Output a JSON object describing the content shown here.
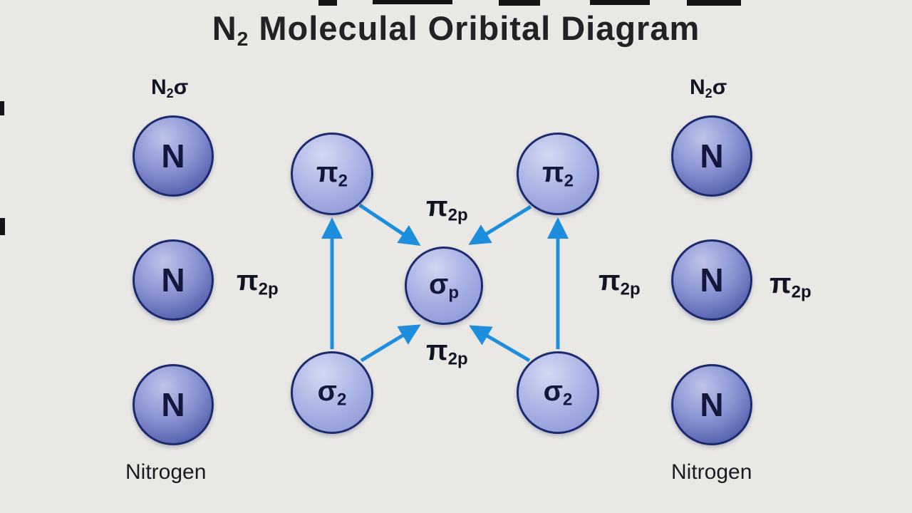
{
  "title": {
    "base": "N",
    "sub": "2",
    "rest": " Moleculal Oribital Diagram"
  },
  "left_group": {
    "orbital_label": {
      "base": "N",
      "sub": "2",
      "tail": "σ"
    },
    "atoms": [
      {
        "symbol": "N"
      },
      {
        "symbol": "N"
      },
      {
        "symbol": "N"
      }
    ],
    "pi_label": {
      "base": "π",
      "sub": "2p"
    },
    "caption": "Nitrogen"
  },
  "right_group": {
    "orbital_label": {
      "base": "N",
      "sub": "2",
      "tail": "σ"
    },
    "atoms": [
      {
        "symbol": "N"
      },
      {
        "symbol": "N"
      },
      {
        "symbol": "N"
      }
    ],
    "pi_label_inner": {
      "base": "π",
      "sub": "2p"
    },
    "pi_label_outer": {
      "base": "π",
      "sub": "2p"
    },
    "caption": "Nitrogen"
  },
  "center": {
    "pi_top_label": {
      "base": "π",
      "sub": "2p"
    },
    "pi_bottom_label": {
      "base": "π",
      "sub": "2p"
    },
    "mo_circles": {
      "pi_left": {
        "base": "π",
        "sub": "2"
      },
      "pi_right": {
        "base": "π",
        "sub": "2"
      },
      "sigma_left": {
        "base": "σ",
        "sub": "2"
      },
      "sigma_right": {
        "base": "σ",
        "sub": "2"
      },
      "sigma_center": {
        "base": "σ",
        "sub": "p"
      }
    }
  },
  "colors": {
    "background": "#e9e8e5",
    "atom_fill": "#5a65b2",
    "mo_fill": "#aab3e4",
    "circle_border": "#1c2a6e",
    "arrow": "#1d8ede",
    "text": "#121424"
  }
}
